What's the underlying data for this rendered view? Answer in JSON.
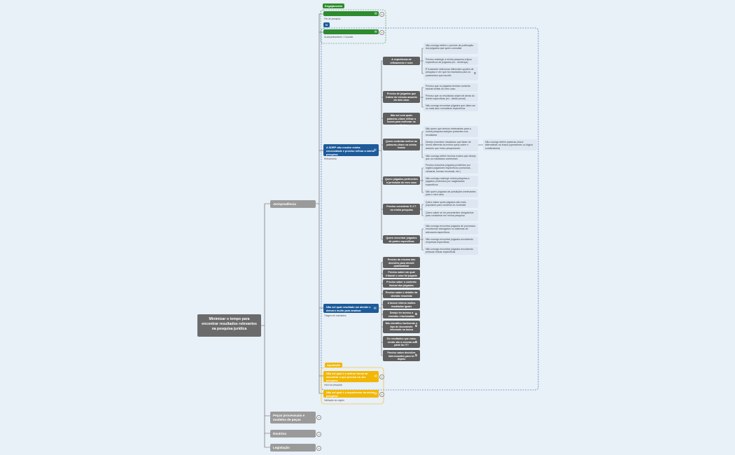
{
  "root": {
    "label": "Minimizar o tempo para encontrar resultados relevantes na pesquisa jurídica"
  },
  "branches": {
    "jurisprudencia": "Jurisprudência",
    "pecas": "Peças processuais e modelos de peças",
    "doutrina": "Doutrina",
    "legislacao": "Legislação"
  },
  "engajamento": {
    "tag": "Engajamento",
    "item1_note": "Fim de pesquisa",
    "n_tag": "N",
    "item2_note": "Acompanhamento / Consulta"
  },
  "refinamento": {
    "label": "A SDRP não resolve minha necessidade e preciso refinar a minha pesquisa",
    "note": "Refinamento",
    "groups": [
      {
        "label": "A experiência de refinamento é ruim",
        "leaves": [
          "Não consigo definir o período de publicação dos julgados que quero consultar",
          "Preciso restringir a minha pesquisa a tipos específicos de julgados (ex.: sentença)",
          "É frustrante selecionar diferentes opções de pesquisa e ver que há resultados para os parâmetros que escolhi"
        ]
      },
      {
        "label": "Preciso de julgados que tratem do mesmo assunto do meu caso",
        "leaves": [
          "Preciso que os julgados tenham contexto factual similar ao meu caso",
          "Preciso que os resultados sejam de áreas do direito específicas (ex.: direito penal)",
          "Não consigo encontrar julgados que citam um ou mais atos normativos específicos"
        ]
      },
      {
        "label": "Não sei com quais palavras-chave refinar a busca para melhorar os resultados",
        "leaves": []
      },
      {
        "label": "Quero controlar melhor as palavras-chave na minha busca",
        "leaves": [
          "Não quero que termos irrelevantes para a minha pesquisa estejam presentes nos resultados",
          "Desejo encontrar resultados que falam de forma diferente da minha query sobre o assunto que estou pesquisando",
          "Não consigo definir trechos exatos que desejo que os resultados contenham"
        ]
      },
      {
        "label": "Quero julgados pertinentes à jurisdição do meu caso",
        "leaves": [
          "Preciso encontrar julgados proferidos por órgãos julgadores específicos (comarcas, câmaras, turmas recursais, etc.)",
          "Não consigo restringir minha pesquisa a julgados proferidos por magistrados específicos",
          "Não quero julgados de jurisdições irrelevantes para o meu caso"
        ]
      },
      {
        "label": "Preciso considerar E.J.T. na minha pesquisa",
        "leaves": [
          "Quero saber quais julgados são mais populares para usuários do Jusbrasil",
          "Quero saber se há precedentes obrigatórios para considerar em minha pesquisa"
        ]
      },
      {
        "label": "Quero encontrar julgados de partes específicas",
        "leaves": [
          "Não consigo encontrar julgados de processos envolvendo advogados ou sistemas de advocacia específicos",
          "Não consigo encontrar julgados envolvendo empresas específicas",
          "Não consigo encontrar julgados envolvendo pessoas físicas específicas"
        ]
      }
    ],
    "far_leaf": "Não consigo definir palavras-chave alternativas na busca (operadores ou lógica combinatória)"
  },
  "triagem": {
    "label": "Não sei qual resultado me atende e demoro muito para analisar",
    "note": "Triagem de resultados",
    "items": [
      "Preciso do resumo das decisões para decidir qual/analisar",
      "Preciso saber em qual tribunal o caso foi julgado",
      "Preciso saber o contexto factual dos julgados",
      "Preciso saber o detalhe da decisão resumida",
      "A busca retorna muitos resultados iguais",
      "Desejo ter acesso a ementas relacionadas",
      "Não identifico facilmente o tipo de documento retornado na busca",
      "Os resultados que estou vendo são a ementa ou parte do IT?",
      "Preciso saber decisões interessantes para ler depois"
    ]
  },
  "aquisicao": {
    "tag": "Aquisição",
    "item1": "Não sei qual é a melhor forma de encontrar o que preciso na Jus pesquisa",
    "item1_note": "Início da pesquisa",
    "item2": "Não sei qual é o depoimento da minha pesquisa",
    "item2_note": "Validação da origem"
  },
  "colors": {
    "blue": "#1d5b9a",
    "green": "#2e8b2e",
    "yellow": "#f2b705",
    "dark": "#5f5f5f",
    "gray": "#9a9a9a",
    "leaf": "#dde7f2",
    "background": "#e8f0f8"
  }
}
